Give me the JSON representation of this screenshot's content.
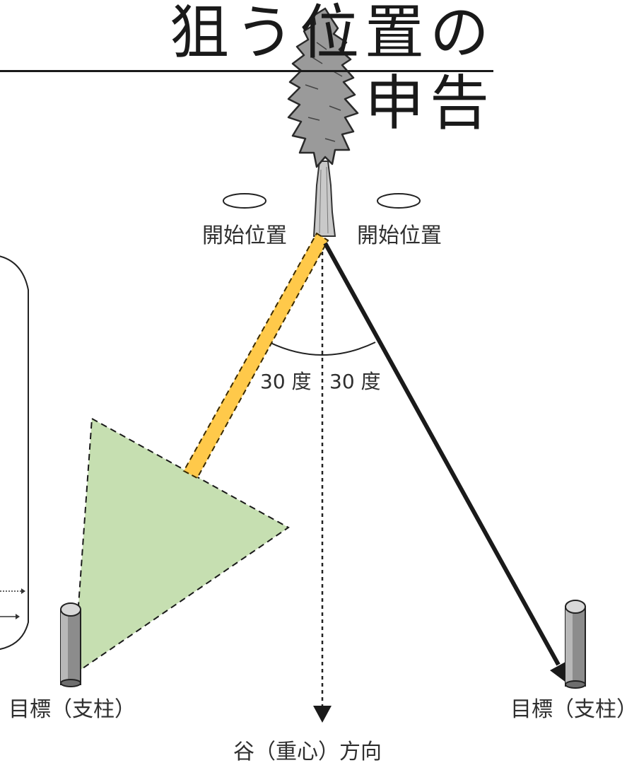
{
  "title": "狙う位置の申告",
  "labels": {
    "start_left": "開始位置",
    "start_right": "開始位置",
    "angle_left": "30 度",
    "angle_right": "30 度",
    "target_left": "目標（支柱）",
    "target_right": "目標（支柱）",
    "valley_direction": "谷（重心）方向"
  },
  "colors": {
    "swing_zone": "#c6dfb1",
    "lean_bar": "#ffc94a",
    "tree": "#9a9a9a",
    "post": "#8c8c8c",
    "line": "#1a1a1a"
  },
  "angle_degrees": 30
}
